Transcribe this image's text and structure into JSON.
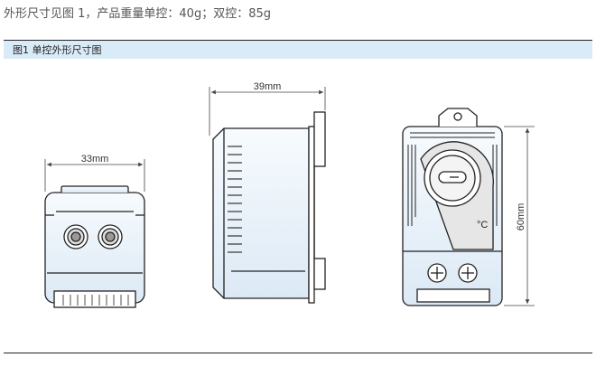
{
  "intro_text": "外形尺寸见图 1，产品重量单控：40g；双控：85g",
  "figure_caption": "图1  单控外形尺寸图",
  "dimensions": {
    "front_width": "33mm",
    "side_depth": "39mm",
    "height": "60mm"
  },
  "dial_unit_symbol": "°C",
  "colors": {
    "caption_bar": "#d9ebf7",
    "body_fill": "#eef5fb",
    "outline": "#222222",
    "dimension_line": "#444444"
  }
}
